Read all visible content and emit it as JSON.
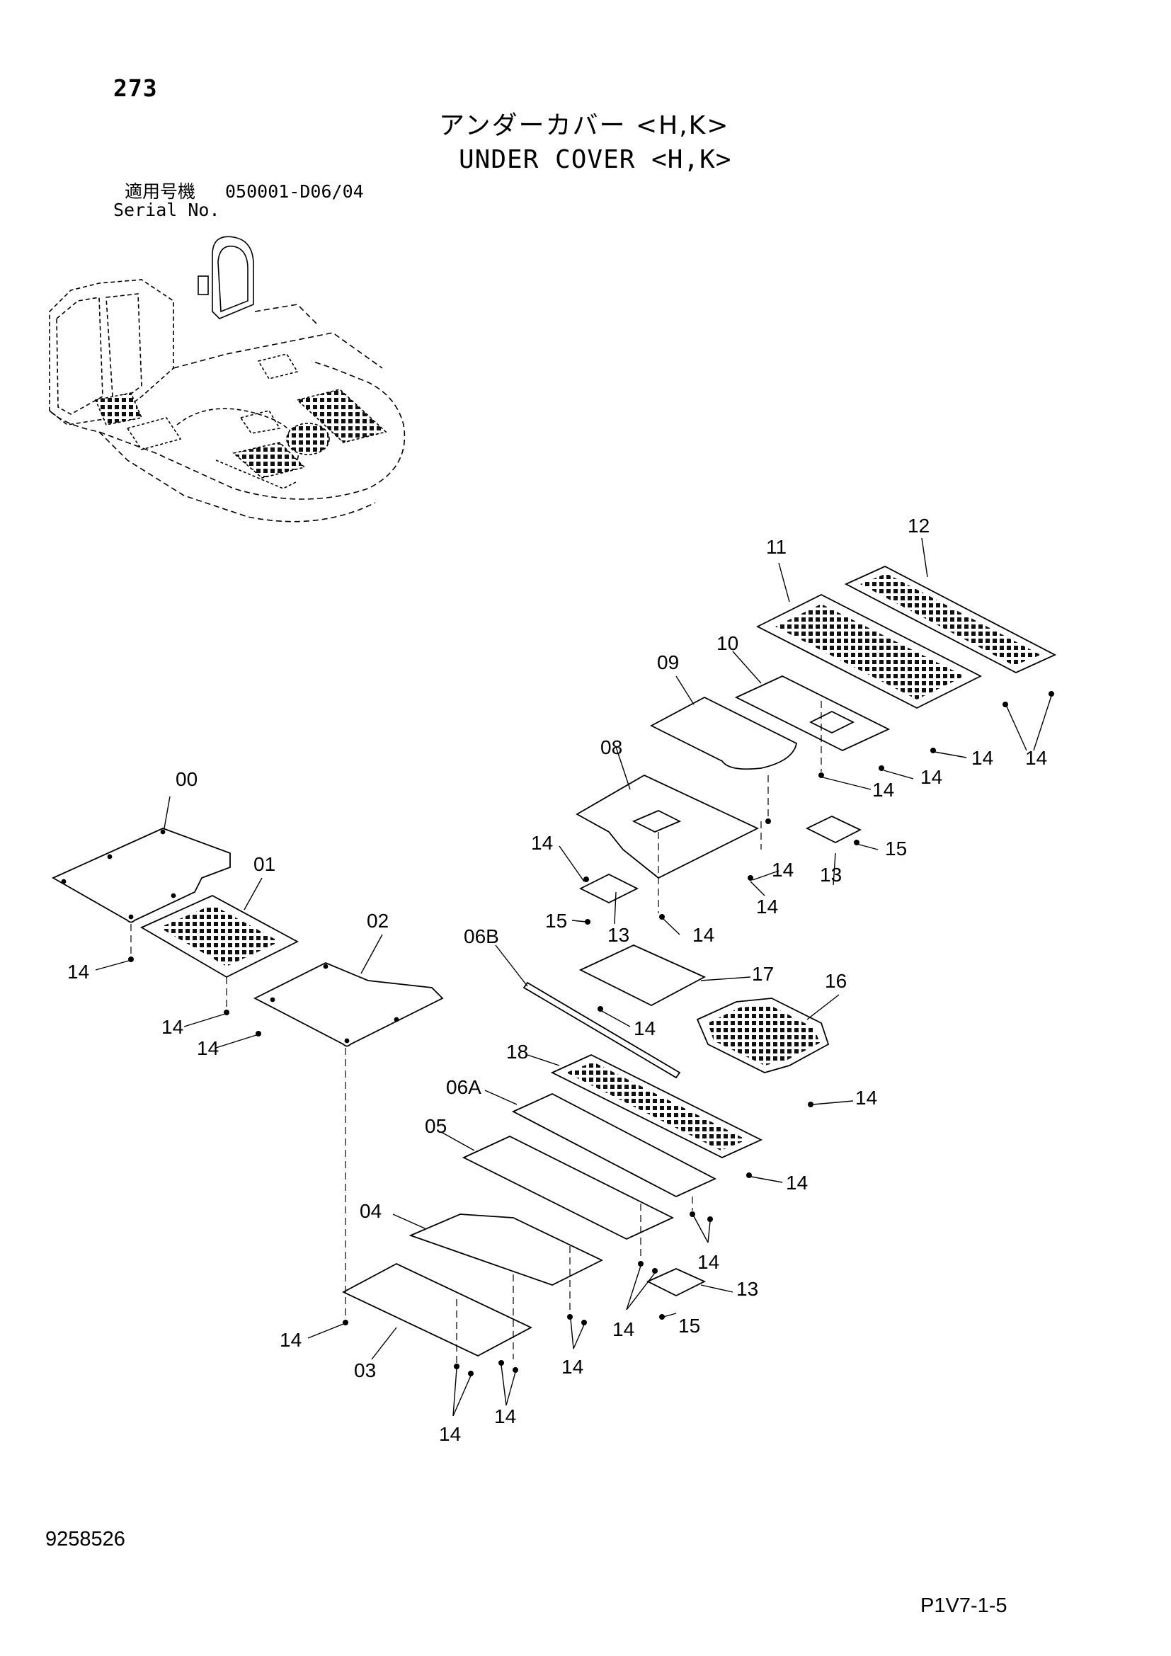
{
  "header": {
    "page_number": "273",
    "title_jp": "アンダーカバー <H,K>",
    "title_en": "UNDER COVER <H,K>",
    "serial_label_jp": "適用号機",
    "serial_label_en": "Serial No.",
    "serial_range": "050001-D06/04"
  },
  "footer": {
    "drawing_number": "9258526",
    "page_code": "P1V7-1-5"
  },
  "callouts": {
    "c00": "00",
    "c01": "01",
    "c02": "02",
    "c03": "03",
    "c04": "04",
    "c05": "05",
    "c06A": "06A",
    "c06B": "06B",
    "c08": "08",
    "c09": "09",
    "c10": "10",
    "c11": "11",
    "c12": "12",
    "c13": "13",
    "c15": "15",
    "c16": "16",
    "c17": "17",
    "c18": "18",
    "c14": "14"
  }
}
